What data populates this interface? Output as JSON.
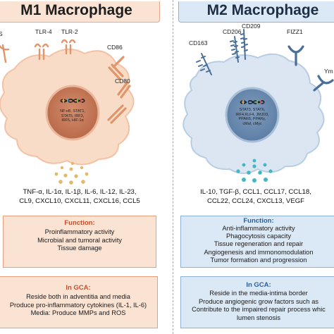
{
  "m1": {
    "title": "M1 Macrophage",
    "receptors": [
      "TLR-4",
      "TLR-2",
      "CD86",
      "CD80"
    ],
    "receptor_cut": "S",
    "nucleus_lines": [
      "NF-κB, STAT1,",
      "STAT5, IRF3,",
      "IRF5, HIF-1α"
    ],
    "cytokine_lines": [
      "TNF-α, IL-1α, IL-1β, IL-6, IL-12, IL-23,",
      "CL9, CXCL10, CXCL11, CXCL16, CCL5"
    ],
    "function_title": "Function:",
    "function_lines": [
      "Proinflammatory activity",
      "Microbial and tumoral activity",
      "Tissue damage"
    ],
    "gca_title": "In GCA:",
    "gca_lines": [
      "Reside both in adventitia and media",
      "Produce pro-inflammatory cytokines (IL-1, IL-6)",
      "Media: Produce MMPs and ROS"
    ],
    "colors": {
      "cell": "#f9dcc8",
      "cell_border": "#f3c2a4",
      "accent": "#c4502a",
      "receptor": "#e0956b"
    }
  },
  "m2": {
    "title": "M2 Macrophage",
    "receptors": [
      "CD163",
      "CD206",
      "CD209",
      "FIZZ1"
    ],
    "receptor_cut": "Ym",
    "nucleus_lines": [
      "STAT3, STAT6,",
      "IRF4,KLF4, JMJD3,",
      "PPARδ, PPARγ,",
      "cMaf, cMyc"
    ],
    "cytokine_lines": [
      "IL-10, TGF-β, CCL1, CCL17, CCL18,",
      "CCL22, CCL24, CXCL13, VEGF"
    ],
    "function_title": "Function:",
    "function_lines": [
      "Anti-inflammatory activity",
      "Phagocytosis capacity",
      "Tissue regeneration and repair",
      "Angiogenesis and immonomodulation",
      "Tumor formation and progression"
    ],
    "gca_title": "In GCA:",
    "gca_lines": [
      "Reside in the media-intima border",
      "Produce angiogenic grow factors such as",
      "Contribute to the impaired repair process whic",
      "lumen stenosis"
    ],
    "colors": {
      "cell": "#dbe6f2",
      "cell_border": "#b8cde3",
      "accent": "#2a5f9c",
      "receptor": "#4a6f96"
    }
  }
}
